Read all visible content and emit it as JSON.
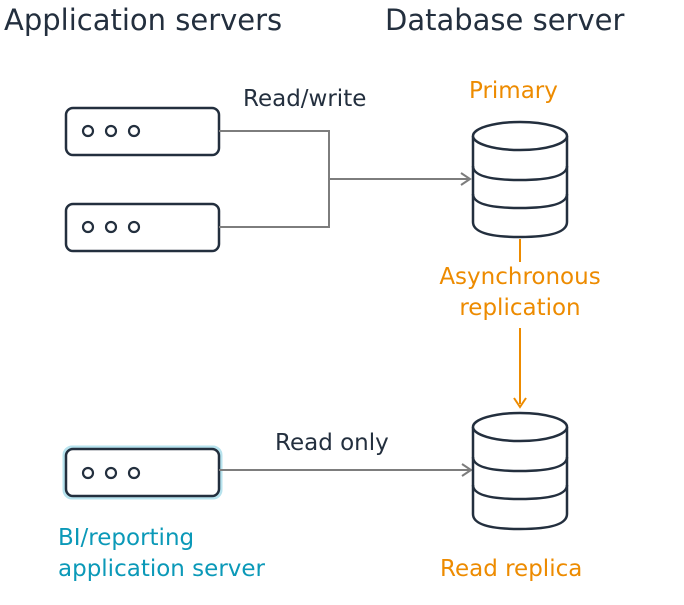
{
  "headings": {
    "app_servers": "Application servers",
    "db_server": "Database server"
  },
  "labels": {
    "read_write": "Read/write",
    "primary": "Primary",
    "async_line1": "Asynchronous",
    "async_line2": "replication",
    "read_only": "Read only",
    "bi_line1": "BI/reporting",
    "bi_line2": "application server",
    "read_replica": "Read replica"
  },
  "colors": {
    "dark": "#232f3e",
    "orange": "#ed8b00",
    "blue": "#0b99b8",
    "connector": "#7d7d7d"
  },
  "icons": {
    "server": "server-icon",
    "database": "database-icon"
  }
}
